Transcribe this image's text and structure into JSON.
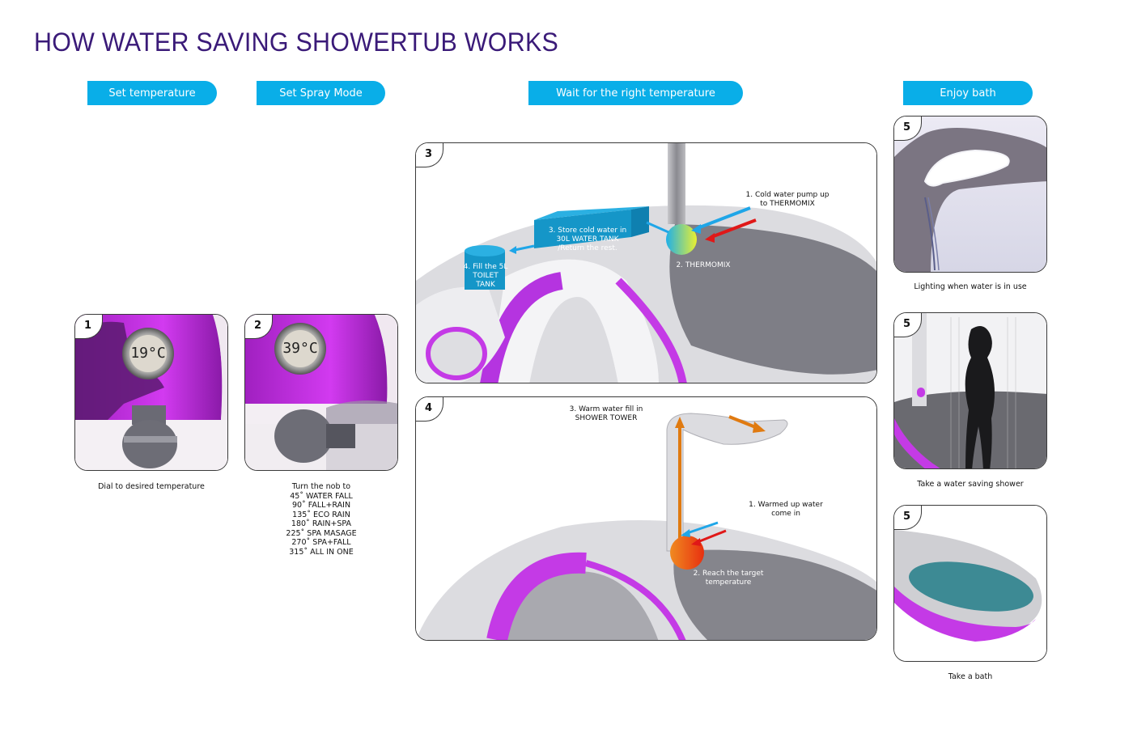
{
  "title": "HOW WATER SAVING SHOWERTUB WORKS",
  "colors": {
    "title": "#3a1a78",
    "step_button": "#09aee8",
    "accent_magenta": "#c43ae6",
    "tub_gray": "#cfcfd3",
    "cold_arrow": "#1fa6e8",
    "hot_arrow": "#e01818",
    "warm_arrow": "#e07a10"
  },
  "steps": [
    {
      "label": "Set temperature"
    },
    {
      "label": "Set Spray Mode"
    },
    {
      "label": "Wait for the right temperature"
    },
    {
      "label": "Enjoy bath"
    }
  ],
  "panels": {
    "p1": {
      "badge": "1",
      "display": "19°C",
      "caption": "Dial to desired temperature"
    },
    "p2": {
      "badge": "2",
      "display": "39°C",
      "caption_title": "Turn the nob to",
      "modes": [
        "45˚ WATER FALL",
        "90˚ FALL+RAIN",
        "135˚ ECO RAIN",
        "180˚ RAIN+SPA",
        "225˚ SPA MASAGE",
        "270˚ SPA+FALL",
        "315˚ ALL IN ONE"
      ]
    },
    "p3": {
      "badge": "3",
      "annotations": {
        "cold_pump": "1. Cold water pump up to THERMOMIX",
        "thermomix": "2. THERMOMIX",
        "store": "3. Store cold water in 30L WATER TANK /Return the rest.",
        "toilet": "4. Fill the 5L TOILET TANK"
      }
    },
    "p4": {
      "badge": "4",
      "annotations": {
        "warm_in": "1. Warmed up water come in",
        "target": "2. Reach the target temperature",
        "tower": "3. Warm water fill in SHOWER TOWER"
      }
    },
    "p5a": {
      "badge": "5",
      "caption": "Lighting when water is in use"
    },
    "p5b": {
      "badge": "5",
      "caption": "Take a water saving shower"
    },
    "p5c": {
      "badge": "5",
      "caption": "Take a bath"
    }
  }
}
